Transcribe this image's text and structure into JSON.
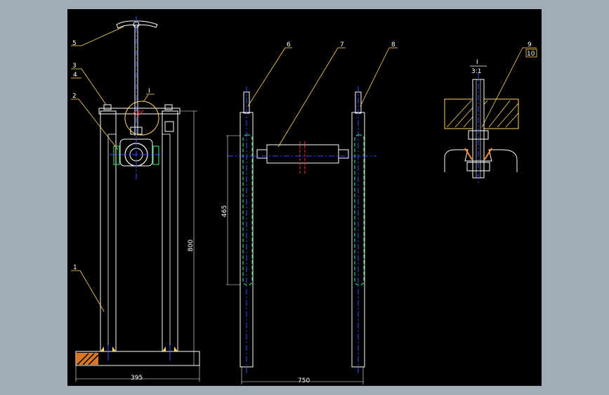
{
  "drawing": {
    "part_labels": {
      "p1": "1",
      "p2": "2",
      "p3": "3",
      "p4": "4",
      "p5": "5",
      "p6": "6",
      "p7": "7",
      "p8": "8",
      "p9": "9",
      "p10": "10"
    },
    "dimensions": {
      "width_front": "395",
      "height_front": "800",
      "height_side": "465",
      "width_side": "750"
    },
    "detail": {
      "roman": "I",
      "scale": "3:1"
    },
    "colors": {
      "background": "#000000",
      "frame": "#ffffff",
      "leader": "#ffd75a",
      "centerline": "#3a52ff",
      "green": "#35d06a",
      "red": "#ff3030"
    }
  }
}
